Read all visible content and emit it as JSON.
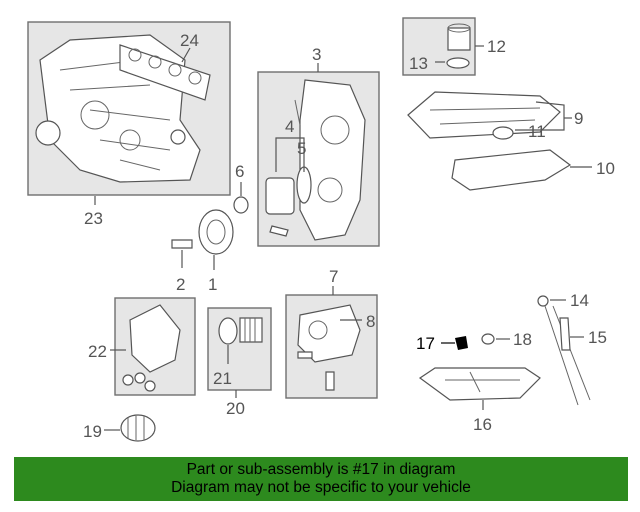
{
  "callouts": {
    "c1": "1",
    "c2": "2",
    "c3": "3",
    "c4": "4",
    "c5": "5",
    "c6": "6",
    "c7": "7",
    "c8": "8",
    "c9": "9",
    "c10": "10",
    "c11": "11",
    "c12": "12",
    "c13": "13",
    "c14": "14",
    "c15": "15",
    "c16": "16",
    "c17": "17",
    "c18": "18",
    "c19": "19",
    "c20": "20",
    "c21": "21",
    "c22": "22",
    "c23": "23",
    "c24": "24"
  },
  "highlighted_part": "17",
  "colors": {
    "banner_bg": "#2d8a1e",
    "highlight_text": "#000000",
    "line_gray": "#555555"
  },
  "banner": {
    "line1": "Part or sub-assembly is #17 in diagram",
    "line2": "Diagram may not be specific to your vehicle"
  }
}
